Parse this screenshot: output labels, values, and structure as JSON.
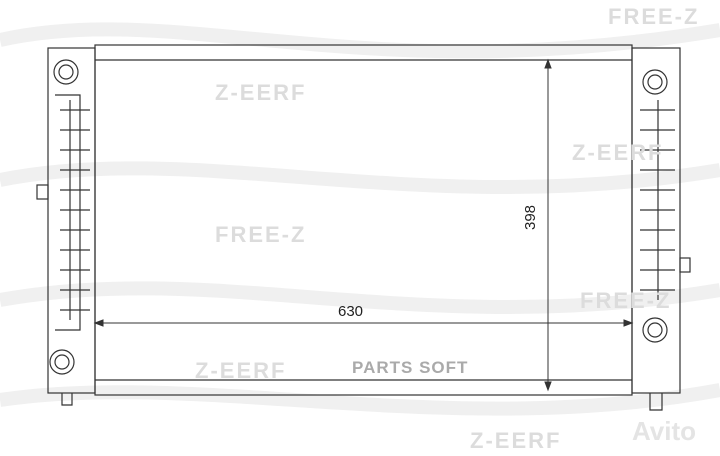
{
  "watermarks": {
    "logo": "FREE-Z",
    "mirrored": "Z-EERF"
  },
  "dimensions": {
    "width": "630",
    "height": "398"
  },
  "stamp": "PARTS SOFT",
  "marketplace": "Avito"
}
